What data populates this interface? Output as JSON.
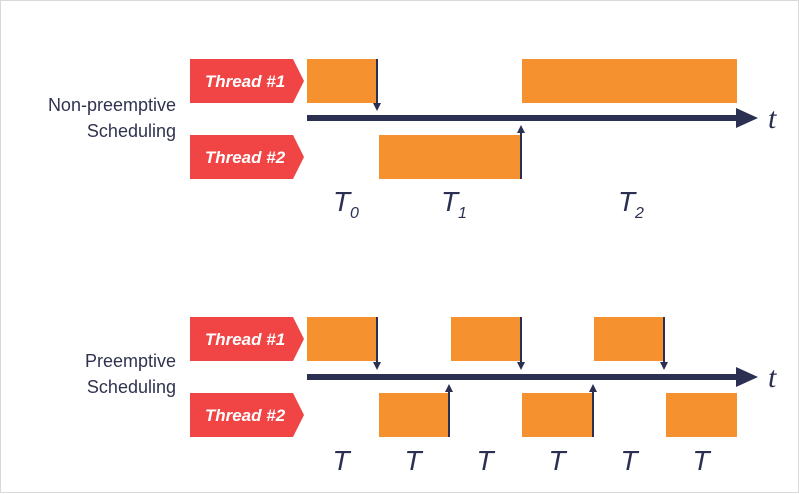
{
  "diagram": {
    "colors": {
      "thread_tag": "#f04445",
      "block": "#f5922f",
      "axis": "#2b2f52",
      "text": "#2f3350"
    },
    "non_preemptive": {
      "label_line1": "Non-preemptive",
      "label_line2": "Scheduling",
      "thread1_label": "Thread #1",
      "thread2_label": "Thread #2",
      "axis_label": "t",
      "time_labels": [
        {
          "main": "T",
          "sub": "0"
        },
        {
          "main": "T",
          "sub": "1"
        },
        {
          "main": "T",
          "sub": "2"
        }
      ]
    },
    "preemptive": {
      "label_line1": "Preemptive",
      "label_line2": "Scheduling",
      "thread1_label": "Thread #1",
      "thread2_label": "Thread #2",
      "axis_label": "t",
      "time_labels": [
        "T",
        "T",
        "T",
        "T",
        "T",
        "T"
      ]
    }
  }
}
